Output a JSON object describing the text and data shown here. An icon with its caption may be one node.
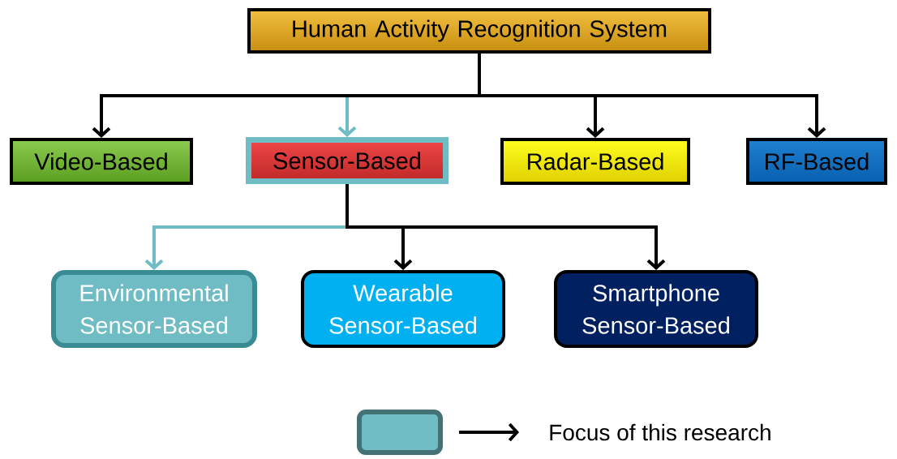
{
  "diagram": {
    "nodes": [
      {
        "text": [
          "Human Activity Recognition System"
        ]
      },
      {
        "text": [
          "Video-Based"
        ]
      },
      {
        "text": [
          "Sensor-Based"
        ]
      },
      {
        "text": [
          "Radar-Based"
        ]
      },
      {
        "text": [
          "RF-Based"
        ]
      },
      {
        "text": [
          "Environmental Sensor-Based"
        ]
      },
      {
        "text": [
          "Wearable Sensor-Based"
        ]
      },
      {
        "text": [
          "Smartphone Sensor-Based"
        ]
      }
    ],
    "edges": [
      {
        "from": 0,
        "to": 2,
        "arrow": "to",
        "color": "#70bcc4"
      },
      {
        "from": 0,
        "to": 1,
        "arrow": "to"
      },
      {
        "from": 0,
        "to": 3,
        "arrow": "to"
      },
      {
        "from": 0,
        "to": 4,
        "arrow": "to"
      },
      {
        "from": 2,
        "to": 5,
        "arrow": "to",
        "color": "#70bcc4"
      },
      {
        "from": 2,
        "to": 6,
        "arrow": "to"
      },
      {
        "from": 2,
        "to": 7,
        "arrow": "to"
      }
    ],
    "legend": [
      {
        "text": "Focus of this research",
        "color": "#70bcc4"
      }
    ]
  }
}
